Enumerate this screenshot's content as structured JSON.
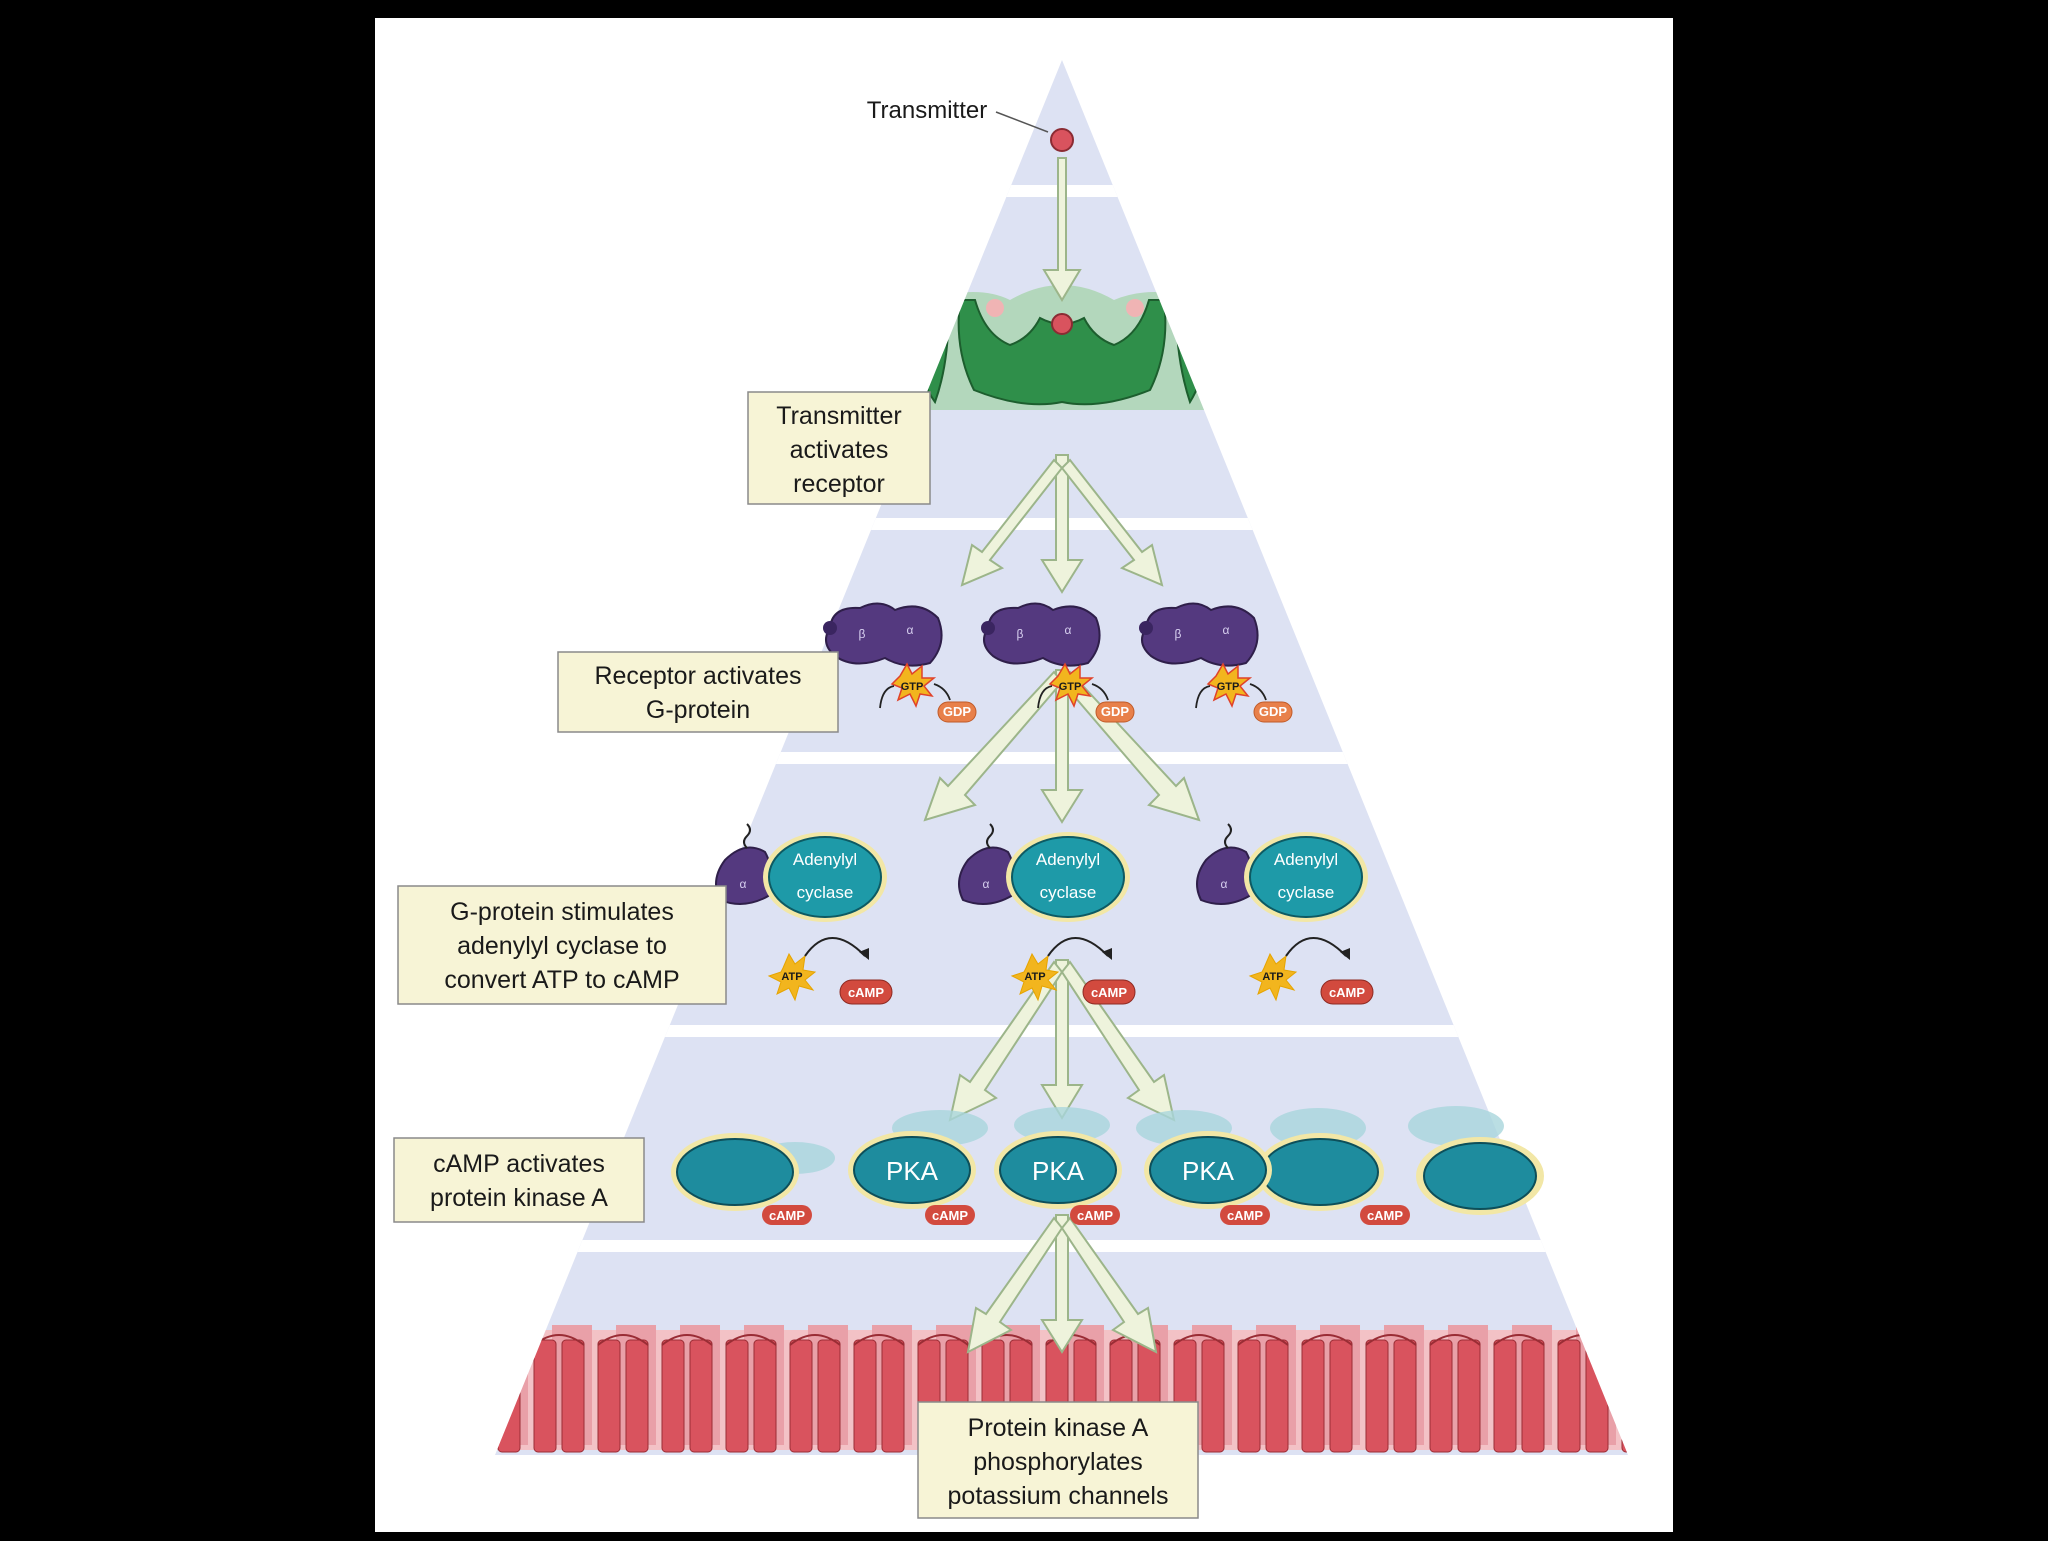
{
  "labels": {
    "transmitter": "Transmitter",
    "alpha": "α",
    "beta": "β",
    "adenylyl": "Adenylyl",
    "cyclase": "cyclase",
    "pka": "PKA",
    "gtp": "GTP",
    "gdp": "GDP",
    "atp": "ATP",
    "camp": "cAMP"
  },
  "captions": {
    "step1": [
      "Transmitter",
      "activates",
      "receptor"
    ],
    "step2": [
      "Receptor activates",
      "G-protein"
    ],
    "step3": [
      "G-protein stimulates",
      "adenylyl cyclase to",
      "convert ATP to cAMP"
    ],
    "step4": [
      "cAMP activates",
      "protein kinase A"
    ],
    "step5": [
      "Protein kinase A",
      "phosphorylates",
      "potassium channels"
    ]
  },
  "colors": {
    "background": "#000000",
    "panel": "#ffffff",
    "pyramid": "#dde2f3",
    "band_line": "#ffffff",
    "receptor": "#2f8f4a",
    "g_protein": "#54397f",
    "adenylyl_cyclase": "#1e9aa8",
    "pka": "#1e8c9e",
    "channel": "#d9535e",
    "gtp_burst": "#f2b51e",
    "gdp_chip": "#e8804a",
    "camp_chip": "#d24a3e",
    "arrow": "#eef3dc"
  }
}
